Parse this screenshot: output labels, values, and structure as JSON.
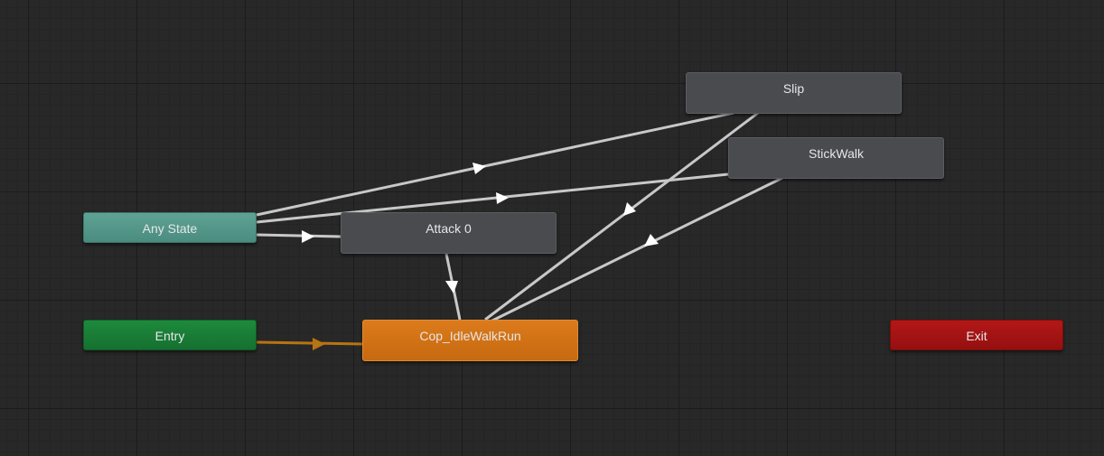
{
  "graph": {
    "nodes": {
      "any_state": {
        "label": "Any State"
      },
      "entry": {
        "label": "Entry"
      },
      "exit": {
        "label": "Exit"
      },
      "attack": {
        "label": "Attack 0"
      },
      "slip": {
        "label": "Slip"
      },
      "stickwalk": {
        "label": "StickWalk"
      },
      "cop": {
        "label": "Cop_IdleWalkRun"
      }
    },
    "transitions": [
      {
        "from": "Any State",
        "to": "Slip"
      },
      {
        "from": "Any State",
        "to": "StickWalk"
      },
      {
        "from": "Any State",
        "to": "Attack 0"
      },
      {
        "from": "Attack 0",
        "to": "Cop_IdleWalkRun"
      },
      {
        "from": "Cop_IdleWalkRun",
        "to": "Slip"
      },
      {
        "from": "Cop_IdleWalkRun",
        "to": "StickWalk"
      },
      {
        "from": "Entry",
        "to": "Cop_IdleWalkRun",
        "default": true
      }
    ]
  },
  "colors": {
    "transition": "#c8c8c8",
    "default_transition": "#b87412",
    "any_state": "#56998b",
    "entry": "#1a7d37",
    "exit": "#a31313",
    "state": "#4a4b4f",
    "default_state": "#d47414"
  }
}
